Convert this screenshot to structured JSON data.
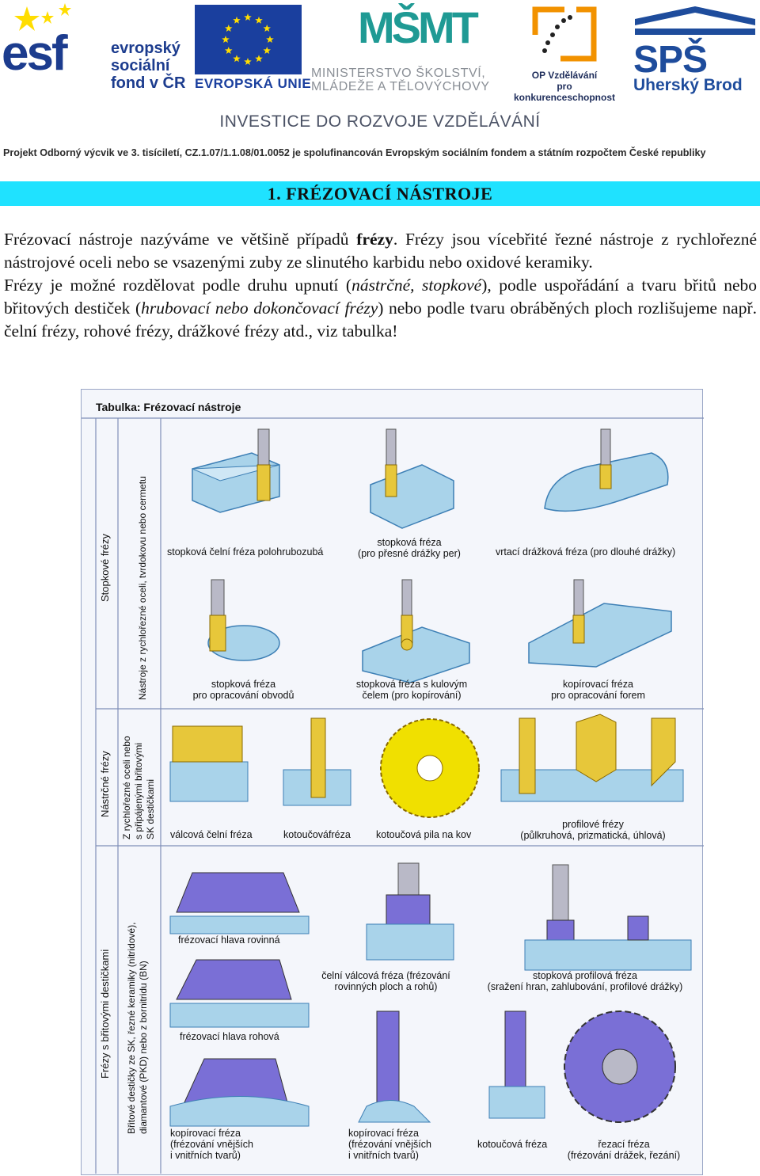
{
  "logos": {
    "esf_mark": "esf",
    "esf_text": [
      "evropský",
      "sociální",
      "fond v ČR"
    ],
    "eu_caption": "EVROPSKÁ UNIE",
    "msmt_mark": "MŠMT",
    "msmt_text": [
      "MINISTERSTVO ŠKOLSTVÍ,",
      "MLÁDEŽE A TĚLOVÝCHOVY"
    ],
    "op_caption": [
      "OP Vzdělávání",
      "pro konkurenceschopnost"
    ],
    "sps_mark": "SPŠ",
    "sps_town": "Uherský Brod",
    "colors": {
      "blue": "#1c3c8e",
      "teal": "#1f9a94",
      "orange": "#f29200",
      "yellow": "#ffdd00"
    }
  },
  "investice": "INVESTICE DO ROZVOJE VZDĚLÁVÁNÍ",
  "projekt": "Projekt Odborný výcvik ve 3. tisíciletí, CZ.1.07/1.1.08/01.0052 je spolufinancován Evropským sociálním fondem a státním rozpočtem České republiky",
  "heading": "1. FRÉZOVACÍ NÁSTROJE",
  "heading_color": "#1fe2ff",
  "paragraph1": {
    "before": "Frézovací nástroje nazýváme ve většině případů ",
    "bold": "frézy",
    "after": ". Frézy jsou vícebřité řezné nástroje z rychlořezné nástrojové oceli nebo se vsazenými zuby ze slinutého karbidu nebo oxidové keramiky."
  },
  "paragraph2": {
    "p1": "Frézy je možné rozdělovat podle druhu upnutí (",
    "i1": "nástrčné, stopkové",
    "p2": "), podle uspořádání a tvaru břitů nebo břitových destiček (",
    "i2": "hrubovací nebo dokončovací frézy",
    "p3": ") nebo podle tvaru obráběných ploch rozlišujeme např. čelní frézy, rohové frézy, drážkové frézy atd., viz tabulka!"
  },
  "figure": {
    "title": "Tabulka: Frézovací nástroje",
    "side_labels": {
      "stopkove": "Stopkové frézy",
      "nastroje_rychlorezne": "Nástroje z rychlořezné oceli, tvrdokovu nebo cermetu",
      "nastrcne": "Nástrčné frézy",
      "z_rychlorezne": [
        "Z rychlořezné oceli nebo",
        "s připájenými břitovými",
        "SK destičkami"
      ],
      "britove_desticky": "Frézy s břitovými destičkami",
      "desticky_sk": [
        "Břitové destičky ze SK, řezné keramiky (nitridové),",
        "diamantové (PKD) nebo z bornitridu (BN)"
      ]
    },
    "captions": {
      "r1c1": "stopková čelní fréza polohrubozubá",
      "r1c2": [
        "stopková fréza",
        "(pro přesné drážky per)"
      ],
      "r1c3": "vrtací drážková fréza (pro dlouhé drážky)",
      "r2c1": [
        "stopková fréza",
        "pro opracování obvodů"
      ],
      "r2c2": [
        "stopková fréza s kulovým",
        "čelem (pro kopírování)"
      ],
      "r2c3": [
        "kopírovací fréza",
        "pro opracování forem"
      ],
      "r3c1": "válcová čelní fréza",
      "r3c2": "kotoučováfréza",
      "r3c3": "kotoučová pila na kov",
      "r3c4": [
        "profilové frézy",
        "(půlkruhová, prizmatická, úhlová)"
      ],
      "r4a": "frézovací hlava rovinná",
      "r4b": [
        "čelní válcová fréza (frézování",
        "rovinných ploch a rohů)"
      ],
      "r4c": [
        "stopková profilová fréza",
        "(sražení hran, zahlubování, profilové drážky)"
      ],
      "r5a": "frézovací hlava rohová",
      "r6a": [
        "kopírovací fréza",
        "(frézování vnějších",
        "i vnitřních tvarů)"
      ],
      "r6b": [
        "kopírovací fréza",
        "(frézování vnějších",
        "i vnitřních tvarů)"
      ],
      "r6c": "kotoučová fréza",
      "r6d": [
        "řezací fréza",
        "(frézování drážek, řezání)"
      ]
    },
    "colors": {
      "workpiece": "#a9d3ea",
      "workpiece_dark": "#3d7fb5",
      "tool": "#e7c73a",
      "tool_gray": "#b9b9c7",
      "insert_tool": "#7a6fd6",
      "saw": "#f0e000"
    }
  }
}
